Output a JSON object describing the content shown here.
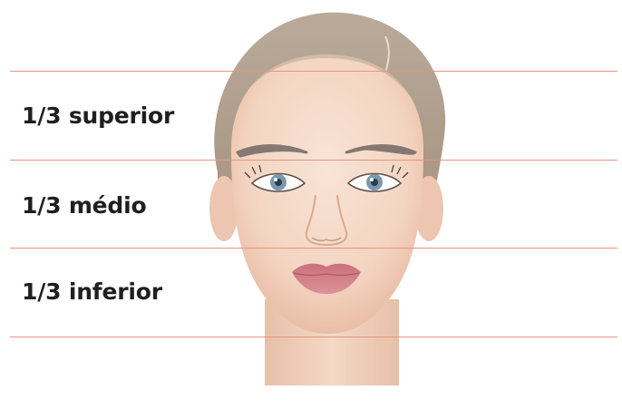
{
  "labels": {
    "upper": "1/3 superior",
    "middle": "1/3 médio",
    "lower": "1/3 inferior"
  },
  "colors": {
    "guide_line": "#e8957a",
    "label_text": "#1f1f1f",
    "hair": "#b4a494",
    "skin_light": "#f6dccb",
    "skin_shadow": "#e9c3ad",
    "eyebrow": "#8a7d74",
    "iris": "#7a98ad",
    "lips": "#d17f88"
  }
}
